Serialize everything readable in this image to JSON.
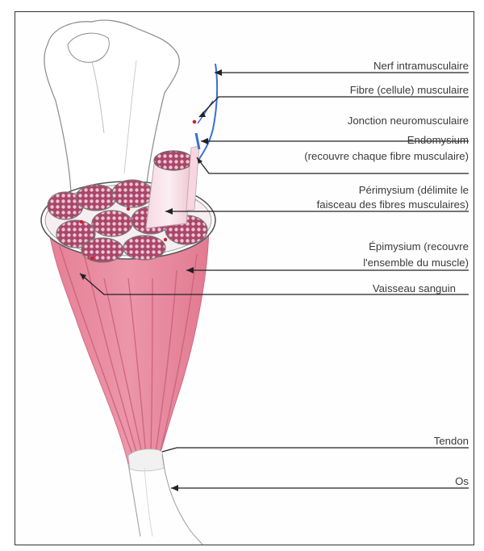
{
  "labels": {
    "nerf": "Nerf intramusculaire",
    "fibre": "Fibre (cellule) musculaire",
    "jonction": "Jonction neuromusculaire",
    "endomysium_1": "Endomysium",
    "endomysium_2": "(recouvre chaque fibre musculaire)",
    "perimysium_1": "Périmysium (délimite le",
    "perimysium_2": "faisceau des fibres musculaires)",
    "epimysium_1": "Épimysium (recouvre",
    "epimysium_2": "l'ensemble du muscle)",
    "vaisseau": "Vaisseau sanguin",
    "tendon": "Tendon",
    "os": "Os"
  },
  "colors": {
    "muscle": "#e8889c",
    "muscle_dark": "#c9607a",
    "fascicle_fill": "#a8476a",
    "fascicle_dots": "#f3c4d2",
    "nerve": "#3a6fd0",
    "blood": "#d0202a",
    "bone_outline": "#8a8a8a",
    "leader_line": "#222222"
  },
  "icons": [
    "nerve-arrow-icon"
  ]
}
